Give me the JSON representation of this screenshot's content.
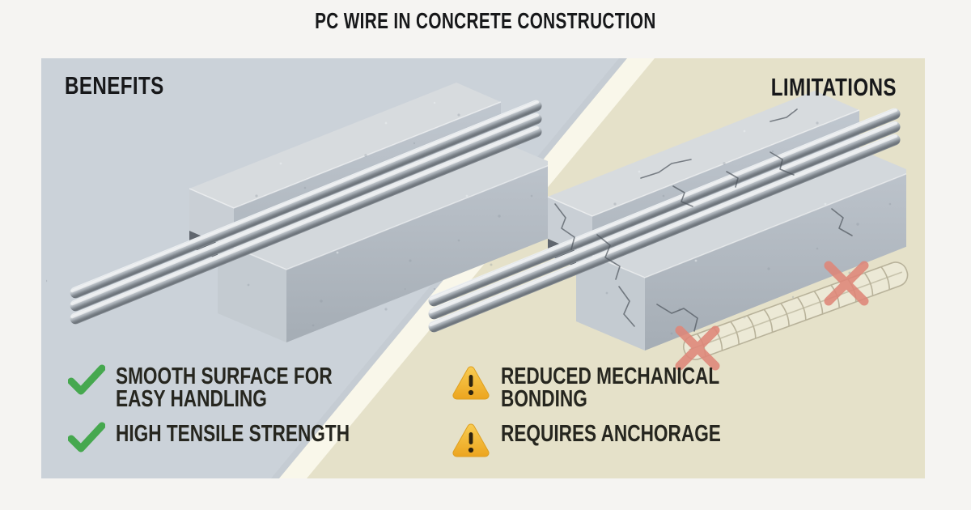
{
  "title": "PC WIRE IN CONCRETE CONSTRUCTION",
  "panels": {
    "benefits": {
      "heading": "BENEFITS",
      "items": [
        {
          "icon": "check-icon",
          "lines": [
            "SMOOTH SURFACE FOR",
            "EASY HANDLING"
          ]
        },
        {
          "icon": "check-icon",
          "lines": [
            "HIGH TENSILE STRENGTH",
            ""
          ]
        }
      ]
    },
    "limitations": {
      "heading": "LIMITATIONS",
      "items": [
        {
          "icon": "warning-icon",
          "lines": [
            "REDUCED MECHANICAL",
            "BONDING"
          ]
        },
        {
          "icon": "warning-icon",
          "lines": [
            "REQUIRES ANCHORAGE",
            ""
          ]
        }
      ],
      "rejected_marker_icon": "cross-icon"
    }
  },
  "colors": {
    "page_background": "#f5f4f2",
    "benefits_panel": "#cbd2d9",
    "limitations_panel": "#e5e1c9",
    "divider_band": "#faf8ec",
    "heading_text": "#17181a",
    "bullet_text": "#26261f",
    "check_green": "#46a84f",
    "warning_amber": "#f2b32c",
    "cross_red": "#de8578",
    "concrete_gray": "#b9c0c8",
    "wire_silver": "#aab1b8"
  }
}
